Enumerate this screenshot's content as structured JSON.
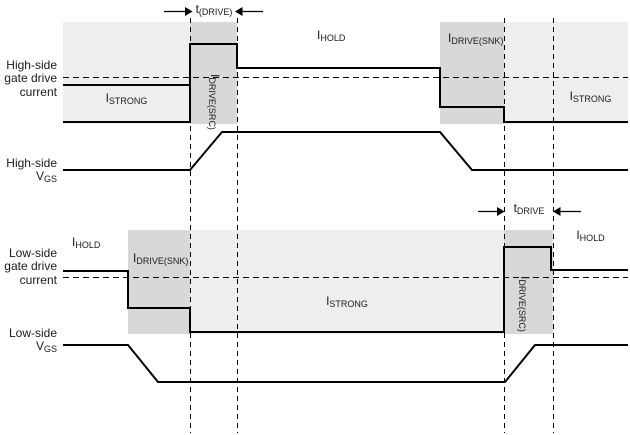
{
  "labels": {
    "hs_current": [
      "High-side",
      "gate drive",
      "current"
    ],
    "ls_current": [
      "Low-side",
      "gate drive",
      "current"
    ],
    "high_side": "High-side",
    "low_side": "Low-side",
    "vgs": {
      "base": "V",
      "sub": "GS"
    },
    "t_drive_top": {
      "base": "t",
      "sub": "(DRIVE)"
    },
    "t_drive_bottom": {
      "base": "t",
      "sub": "DRIVE"
    },
    "i_hold": {
      "base": "I",
      "sub": "HOLD"
    },
    "i_strong": {
      "base": "I",
      "sub": "STRONG"
    },
    "i_drive_snk": {
      "base": "I",
      "sub": "DRIVE(SNK)"
    },
    "i_drive_src": {
      "base": "I",
      "sub": "DRIVE(SRC)"
    }
  },
  "colors": {
    "shade_light": "#eeeeee",
    "shade_dark": "#d8d8d9",
    "line": "#000000"
  },
  "signals": [
    {
      "name": "high-side gate drive current",
      "sequence": [
        "ISTRONG",
        "IDRIVE(SRC) pulse during t(DRIVE)",
        "IHOLD",
        "IDRIVE(SNK)",
        "ISTRONG"
      ]
    },
    {
      "name": "high-side VGS",
      "sequence": [
        "low",
        "ramp up at t(DRIVE) start",
        "high",
        "ramp down",
        "low"
      ]
    },
    {
      "name": "low-side gate drive current",
      "sequence": [
        "IHOLD",
        "IDRIVE(SNK)",
        "ISTRONG",
        "IDRIVE(SRC) pulse during tDRIVE",
        "IHOLD"
      ]
    },
    {
      "name": "low-side VGS",
      "sequence": [
        "high",
        "ramp down",
        "low",
        "ramp up during tDRIVE",
        "high"
      ]
    }
  ]
}
